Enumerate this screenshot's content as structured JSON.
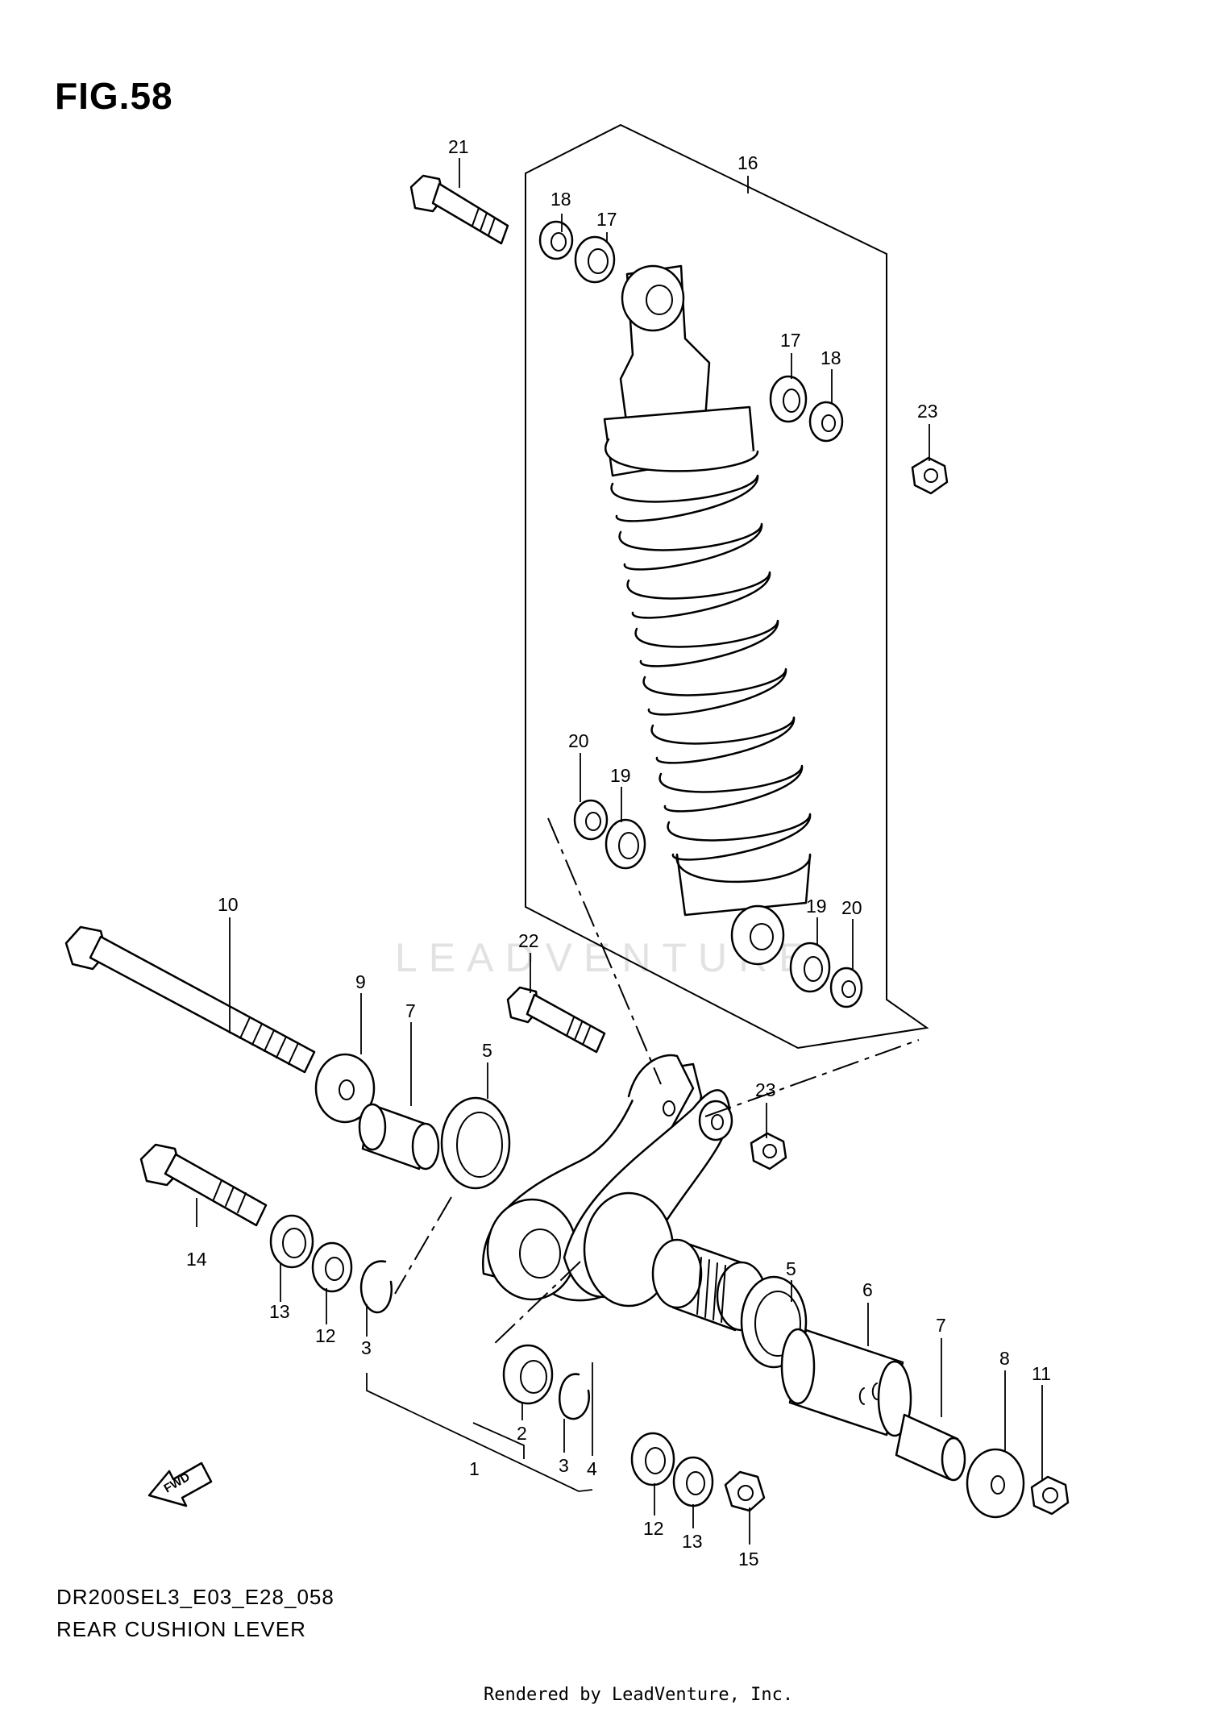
{
  "figure": {
    "title": "FIG.58",
    "model_code": "DR200SEL3_E03_E28_058",
    "assembly_name": "REAR CUSHION LEVER",
    "rendered_by": "Rendered by LeadVenture, Inc.",
    "watermark": "LEADVENTURE",
    "direction_label": "FWD"
  },
  "callouts": {
    "c21": "21",
    "c16": "16",
    "c18a": "18",
    "c17a": "17",
    "c17b": "17",
    "c18b": "18",
    "c23a": "23",
    "c20a": "20",
    "c19a": "19",
    "c19b": "19",
    "c20b": "20",
    "c22": "22",
    "c10": "10",
    "c9": "9",
    "c7a": "7",
    "c5a": "5",
    "c23b": "23",
    "c14": "14",
    "c13a": "13",
    "c12a": "12",
    "c3a": "3",
    "c5b": "5",
    "c6": "6",
    "c7b": "7",
    "c8": "8",
    "c11": "11",
    "c2": "2",
    "c3b": "3",
    "c1": "1",
    "c4": "4",
    "c12b": "12",
    "c13b": "13",
    "c15": "15"
  }
}
